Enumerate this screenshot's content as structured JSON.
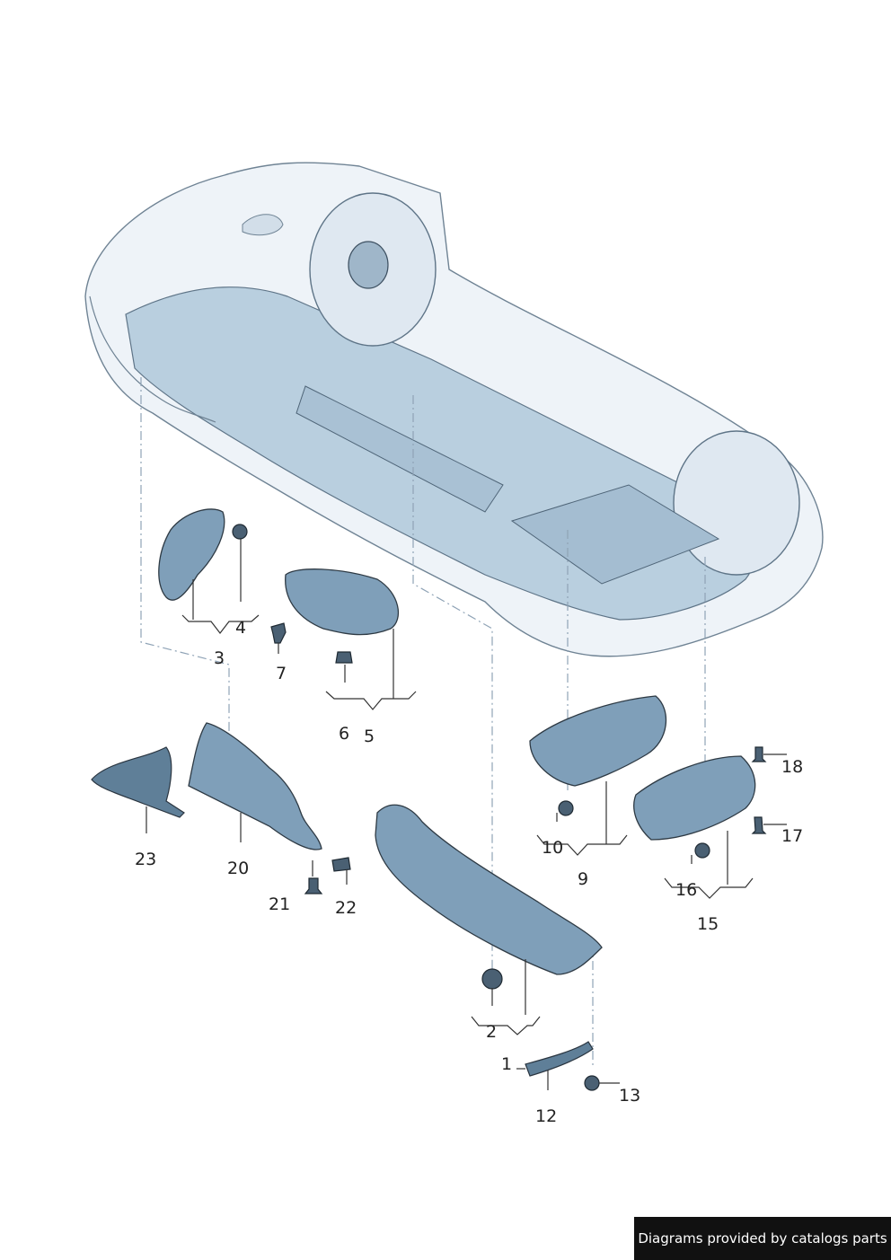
{
  "callouts": {
    "c1": "1",
    "c2": "2",
    "c3": "3",
    "c4": "4",
    "c5": "5",
    "c6": "6",
    "c7": "7",
    "c9": "9",
    "c10": "10",
    "c12": "12",
    "c13": "13",
    "c15": "15",
    "c16": "16",
    "c17": "17",
    "c18": "18",
    "c20": "20",
    "c21": "21",
    "c22": "22",
    "c23": "23"
  },
  "credit": {
    "text": "Diagrams provided by catalogs parts"
  },
  "colors": {
    "body_fill": "#eef3f8",
    "floor_fill": "#b9cfdf",
    "part_fill": "#7f9fb9",
    "part_dark": "#5f7f98",
    "credit_bg": "#111111"
  }
}
